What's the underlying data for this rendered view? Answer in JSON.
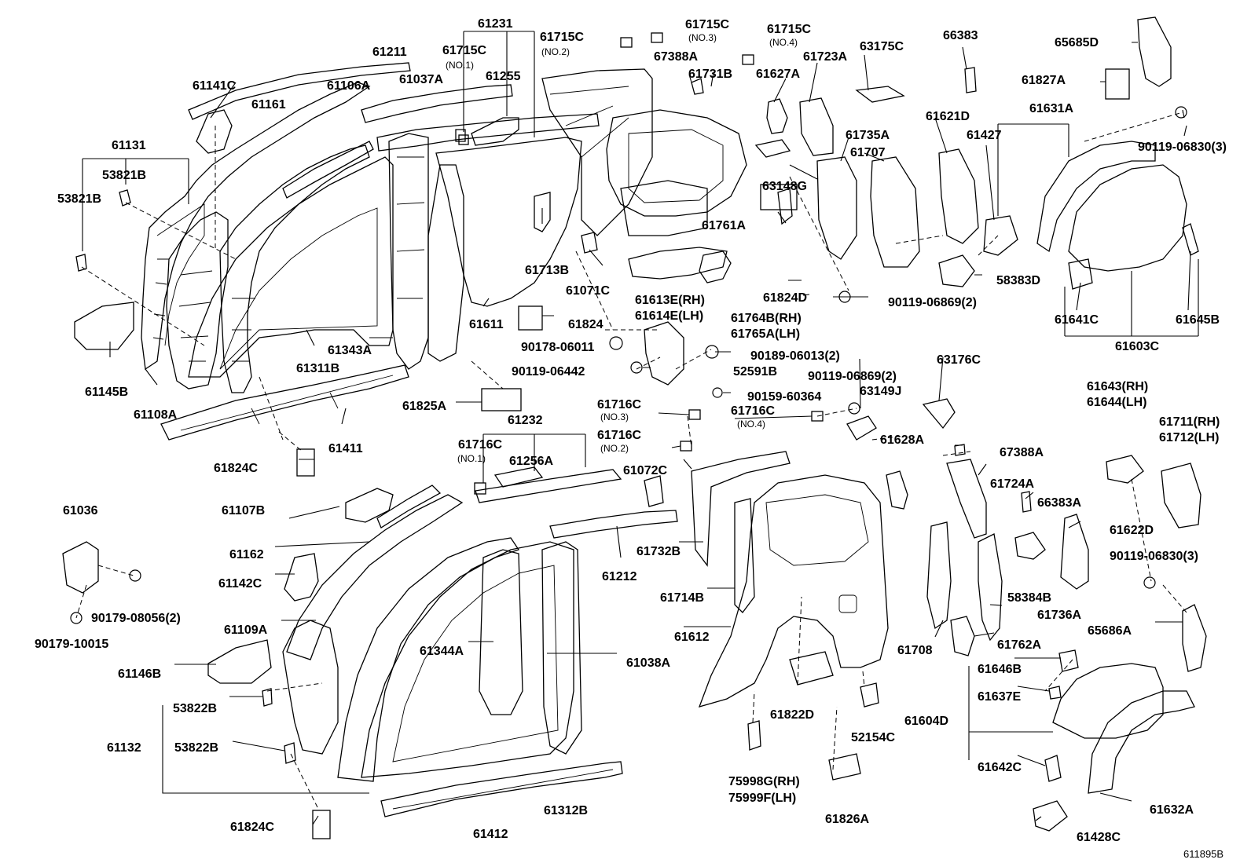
{
  "diagram_id": "611895B",
  "labels": {
    "l61231": "61231",
    "l61211": "61211",
    "l61715c_no1": "61715C",
    "l61715c_no1_note": "(NO.1)",
    "l61715c_no2": "61715C",
    "l61715c_no2_note": "(NO.2)",
    "l61715c_no3": "61715C",
    "l61715c_no3_note": "(NO.3)",
    "l61715c_no4": "61715C",
    "l61715c_no4_note": "(NO.4)",
    "l67388a_top": "67388A",
    "l61731b": "61731B",
    "l61627a": "61627A",
    "l61723a": "61723A",
    "l63175c": "63175C",
    "l66383": "66383",
    "l65685d": "65685D",
    "l61827a": "61827A",
    "l90119_06830_top": "90119-06830(3)",
    "l61141c": "61141C",
    "l61161": "61161",
    "l61106a": "61106A",
    "l61037a": "61037A",
    "l61255": "61255",
    "l61131": "61131",
    "l53821b_a": "53821B",
    "l53821b_b": "53821B",
    "l61621d": "61621D",
    "l61631a": "61631A",
    "l61427": "61427",
    "l61735a": "61735A",
    "l61707": "61707",
    "l63148g": "63148G",
    "l61761a": "61761A",
    "l61713b": "61713B",
    "l61071c": "61071C",
    "l61613e": "61613E(RH)",
    "l61614e": "61614E(LH)",
    "l61764b": "61764B(RH)",
    "l61765a": "61765A(LH)",
    "l61824d": "61824D",
    "l90119_06869_a": "90119-06869(2)",
    "l58383d": "58383D",
    "l61641c": "61641C",
    "l61645b": "61645B",
    "l61603c": "61603C",
    "l61611": "61611",
    "l61824": "61824",
    "l61145b": "61145B",
    "l61343a": "61343A",
    "l61311b": "61311B",
    "l90178_06011": "90178-06011",
    "l90189_06013": "90189-06013(2)",
    "l90119_06442": "90119-06442",
    "l52591b": "52591B",
    "l90119_06869_b": "90119-06869(2)",
    "l63176c": "63176C",
    "l90159_60364": "90159-60364",
    "l61108a": "61108A",
    "l61411": "61411",
    "l61825a": "61825A",
    "l61232": "61232",
    "l61716c_no3": "61716C",
    "l61716c_no3_note": "(NO.3)",
    "l61716c_no4": "61716C",
    "l61716c_no4_note": "(NO.4)",
    "l63149j": "63149J",
    "l61643": "61643(RH)",
    "l61644": "61644(LH)",
    "l61711": "61711(RH)",
    "l61712": "61712(LH)",
    "l61716c_no1": "61716C",
    "l61716c_no1_note": "(NO.1)",
    "l61256a": "61256A",
    "l61716c_no2": "61716C",
    "l61716c_no2_note": "(NO.2)",
    "l61628a": "61628A",
    "l67388a_mid": "67388A",
    "l61824c_a": "61824C",
    "l61072c": "61072C",
    "l61724a": "61724A",
    "l61036": "61036",
    "l61107b": "61107B",
    "l66383a": "66383A",
    "l61622d": "61622D",
    "l90119_06830_mid": "90119-06830(3)",
    "l61162": "61162",
    "l61732b": "61732B",
    "l61212": "61212",
    "l61142c": "61142C",
    "l90179_08056": "90179-08056(2)",
    "l90179_10015": "90179-10015",
    "l58384b": "58384B",
    "l61714b": "61714B",
    "l61736a": "61736A",
    "l61109a": "61109A",
    "l65686a": "65686A",
    "l61612": "61612",
    "l61344a": "61344A",
    "l61038a": "61038A",
    "l61708": "61708",
    "l61762a": "61762A",
    "l61146b": "61146B",
    "l61646b": "61646B",
    "l53822b_a": "53822B",
    "l61822d": "61822D",
    "l61637e": "61637E",
    "l61604d": "61604D",
    "l52154c": "52154C",
    "l61132": "61132",
    "l53822b_b": "53822B",
    "l61642c": "61642C",
    "l75998g": "75998G(RH)",
    "l75999f": "75999F(LH)",
    "l61826a": "61826A",
    "l61312b": "61312B",
    "l61632a": "61632A",
    "l61824c_b": "61824C",
    "l61412": "61412",
    "l61428c": "61428C"
  }
}
